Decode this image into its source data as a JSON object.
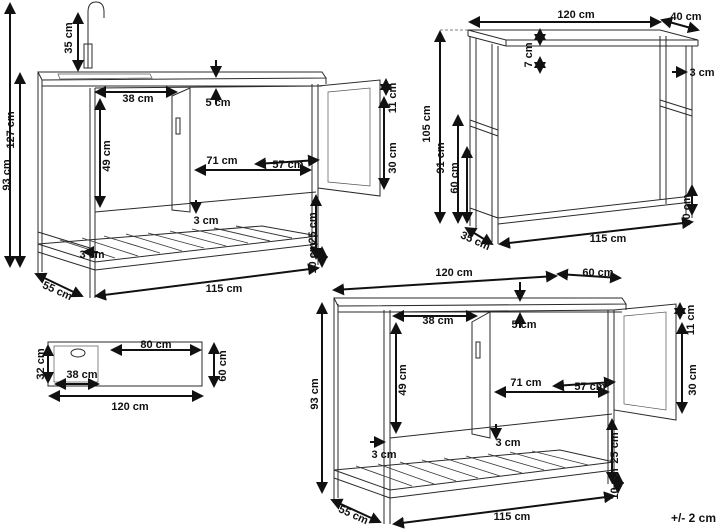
{
  "top_left": {
    "height_total": "127 cm",
    "height_body": "93 cm",
    "faucet": "35 cm",
    "inner_width": "38 cm",
    "top_gap": "5 cm",
    "door_top": "11 cm",
    "inner_height": "49 cm",
    "inner_depth": "71 cm",
    "door_width": "57 cm",
    "door_height": "30 cm",
    "bottom_gap": "3 cm",
    "shelf_gap": "25 cm",
    "side_gap": "3 cm",
    "leg": "10 cm",
    "depth": "55 cm",
    "width": "115 cm"
  },
  "top_right": {
    "width": "120 cm",
    "depth": "40 cm",
    "shelf_thickness": "7 cm",
    "overhang": "3 cm",
    "height_total": "105 cm",
    "height_91": "91 cm",
    "height_60": "60 cm",
    "leg": "10 cm",
    "side_depth": "35 cm",
    "base_width": "115 cm"
  },
  "sink_top": {
    "sink_width": "80 cm",
    "basin_depth": "32 cm",
    "basin_width": "38 cm",
    "depth": "60 cm",
    "width": "120 cm"
  },
  "bottom_right": {
    "width": "120 cm",
    "depth_top": "60 cm",
    "top_gap": "5 cm",
    "inner_width": "38 cm",
    "door_top": "11 cm",
    "height_body": "93 cm",
    "inner_height": "49 cm",
    "inner_depth": "71 cm",
    "door_width": "57 cm",
    "door_height": "30 cm",
    "side_gap": "3 cm",
    "bottom_gap": "3 cm",
    "shelf_gap": "25 cm",
    "leg": "10 cm",
    "depth": "55 cm",
    "base_width": "115 cm"
  },
  "tolerance": "+/- 2 cm"
}
